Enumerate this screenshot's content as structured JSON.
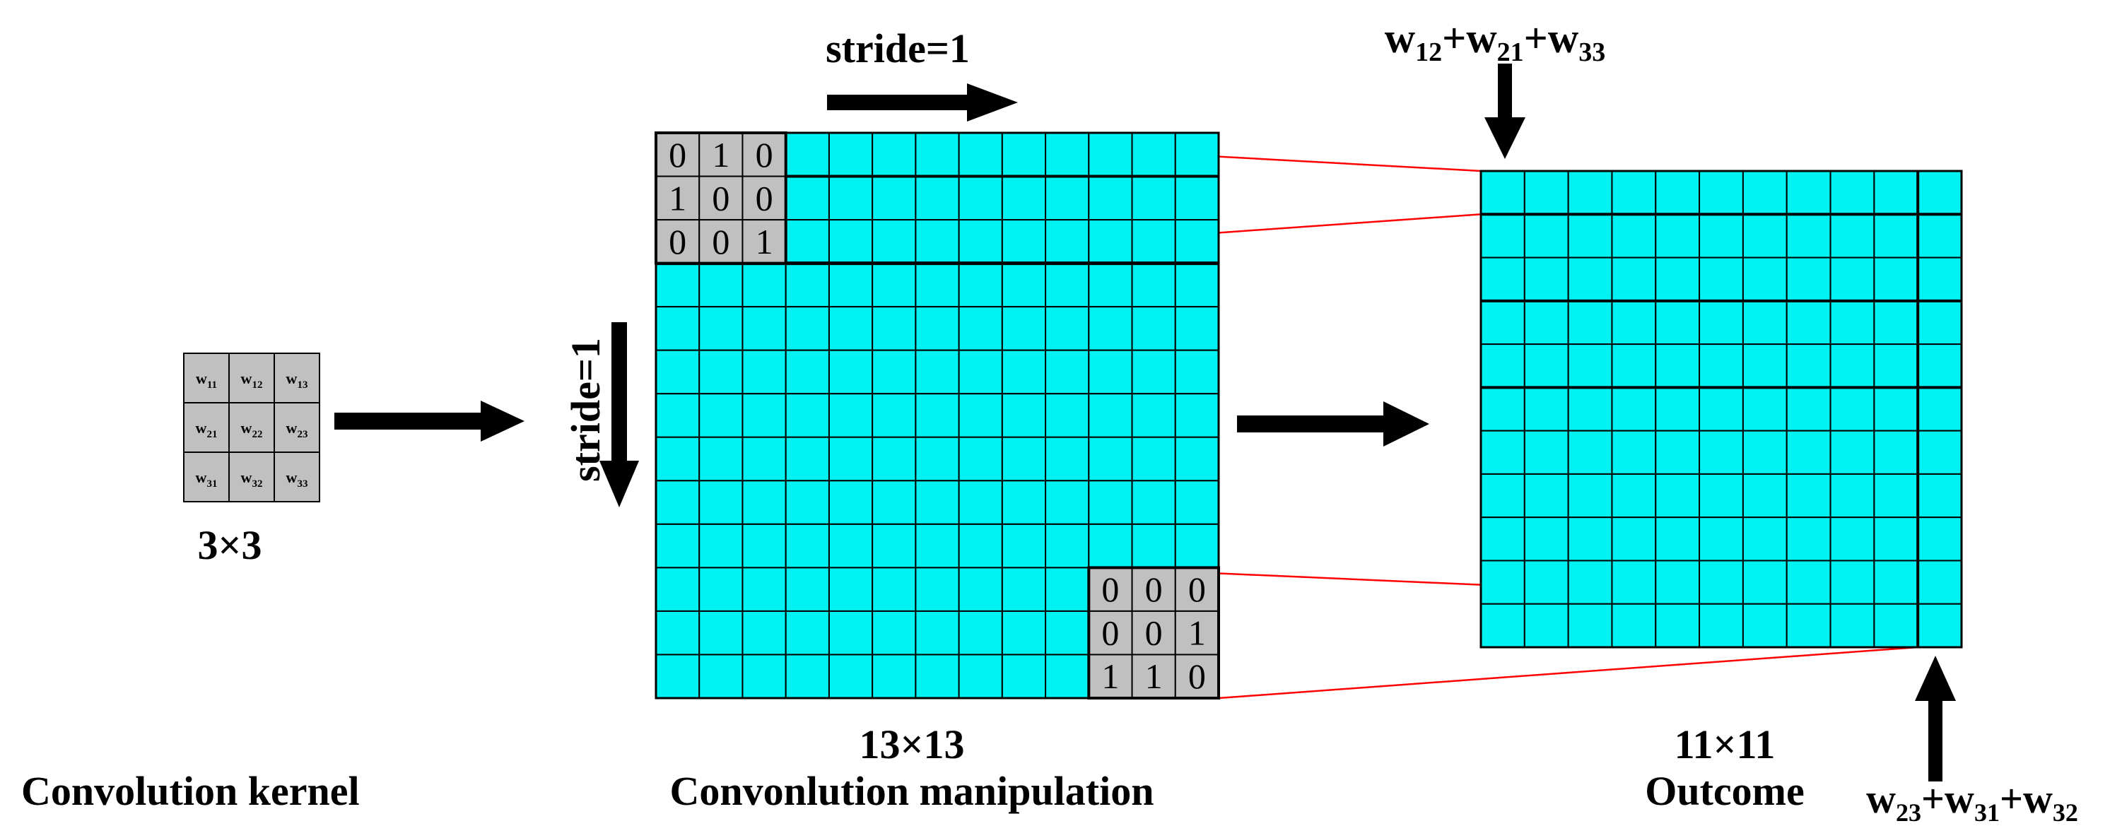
{
  "colors": {
    "grid_fill": "#00f2f2",
    "kernel_fill": "#c0c0c0",
    "connector": "#ff0000",
    "ink": "#000000"
  },
  "kernel": {
    "weights": [
      [
        [
          "w",
          "11"
        ],
        [
          "w",
          "12"
        ],
        [
          "w",
          "13"
        ]
      ],
      [
        [
          "w",
          "21"
        ],
        [
          "w",
          "22"
        ],
        [
          "w",
          "23"
        ]
      ],
      [
        [
          "w",
          "31"
        ],
        [
          "w",
          "32"
        ],
        [
          "w",
          "33"
        ]
      ]
    ],
    "size_label": "3×3",
    "caption": "Convolution kernel"
  },
  "manipulation": {
    "stride_horizontal": "stride=1",
    "stride_vertical": "stride=1",
    "top_left_window": [
      [
        "0",
        "1",
        "0"
      ],
      [
        "1",
        "0",
        "0"
      ],
      [
        "0",
        "0",
        "1"
      ]
    ],
    "bottom_right_window": [
      [
        "0",
        "0",
        "0"
      ],
      [
        "0",
        "0",
        "1"
      ],
      [
        "1",
        "1",
        "0"
      ]
    ],
    "size_label": "13×13",
    "caption": "Convonlution manipulation"
  },
  "outcome": {
    "top_formula": [
      [
        "w",
        "12"
      ],
      [
        "+w",
        "21"
      ],
      [
        "+w",
        "33"
      ]
    ],
    "bottom_formula": [
      [
        "w",
        "23"
      ],
      [
        "+w",
        "31"
      ],
      [
        "+w",
        "32"
      ]
    ],
    "size_label": "11×11",
    "caption": "Outcome"
  }
}
